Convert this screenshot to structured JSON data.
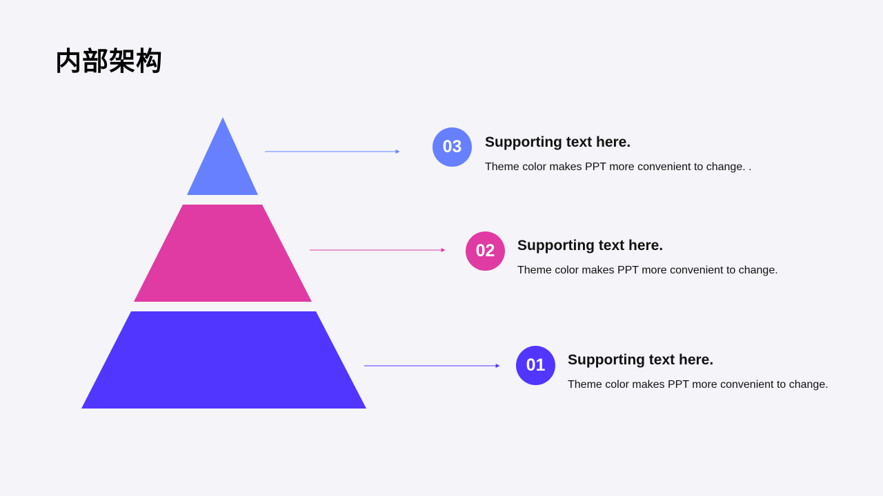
{
  "slide": {
    "title": "内部架构"
  },
  "colors": {
    "tier3": "#6680ff",
    "tier2": "#df3ba3",
    "tier1": "#5036ff",
    "background": "#f4f4f9"
  },
  "items": [
    {
      "number": "03",
      "heading": "Supporting text here.",
      "description": "Theme color makes PPT more convenient to change. ."
    },
    {
      "number": "02",
      "heading": "Supporting text here.",
      "description": "Theme color makes PPT more convenient to change."
    },
    {
      "number": "01",
      "heading": "Supporting text here.",
      "description": "Theme color makes PPT more convenient to change."
    }
  ]
}
